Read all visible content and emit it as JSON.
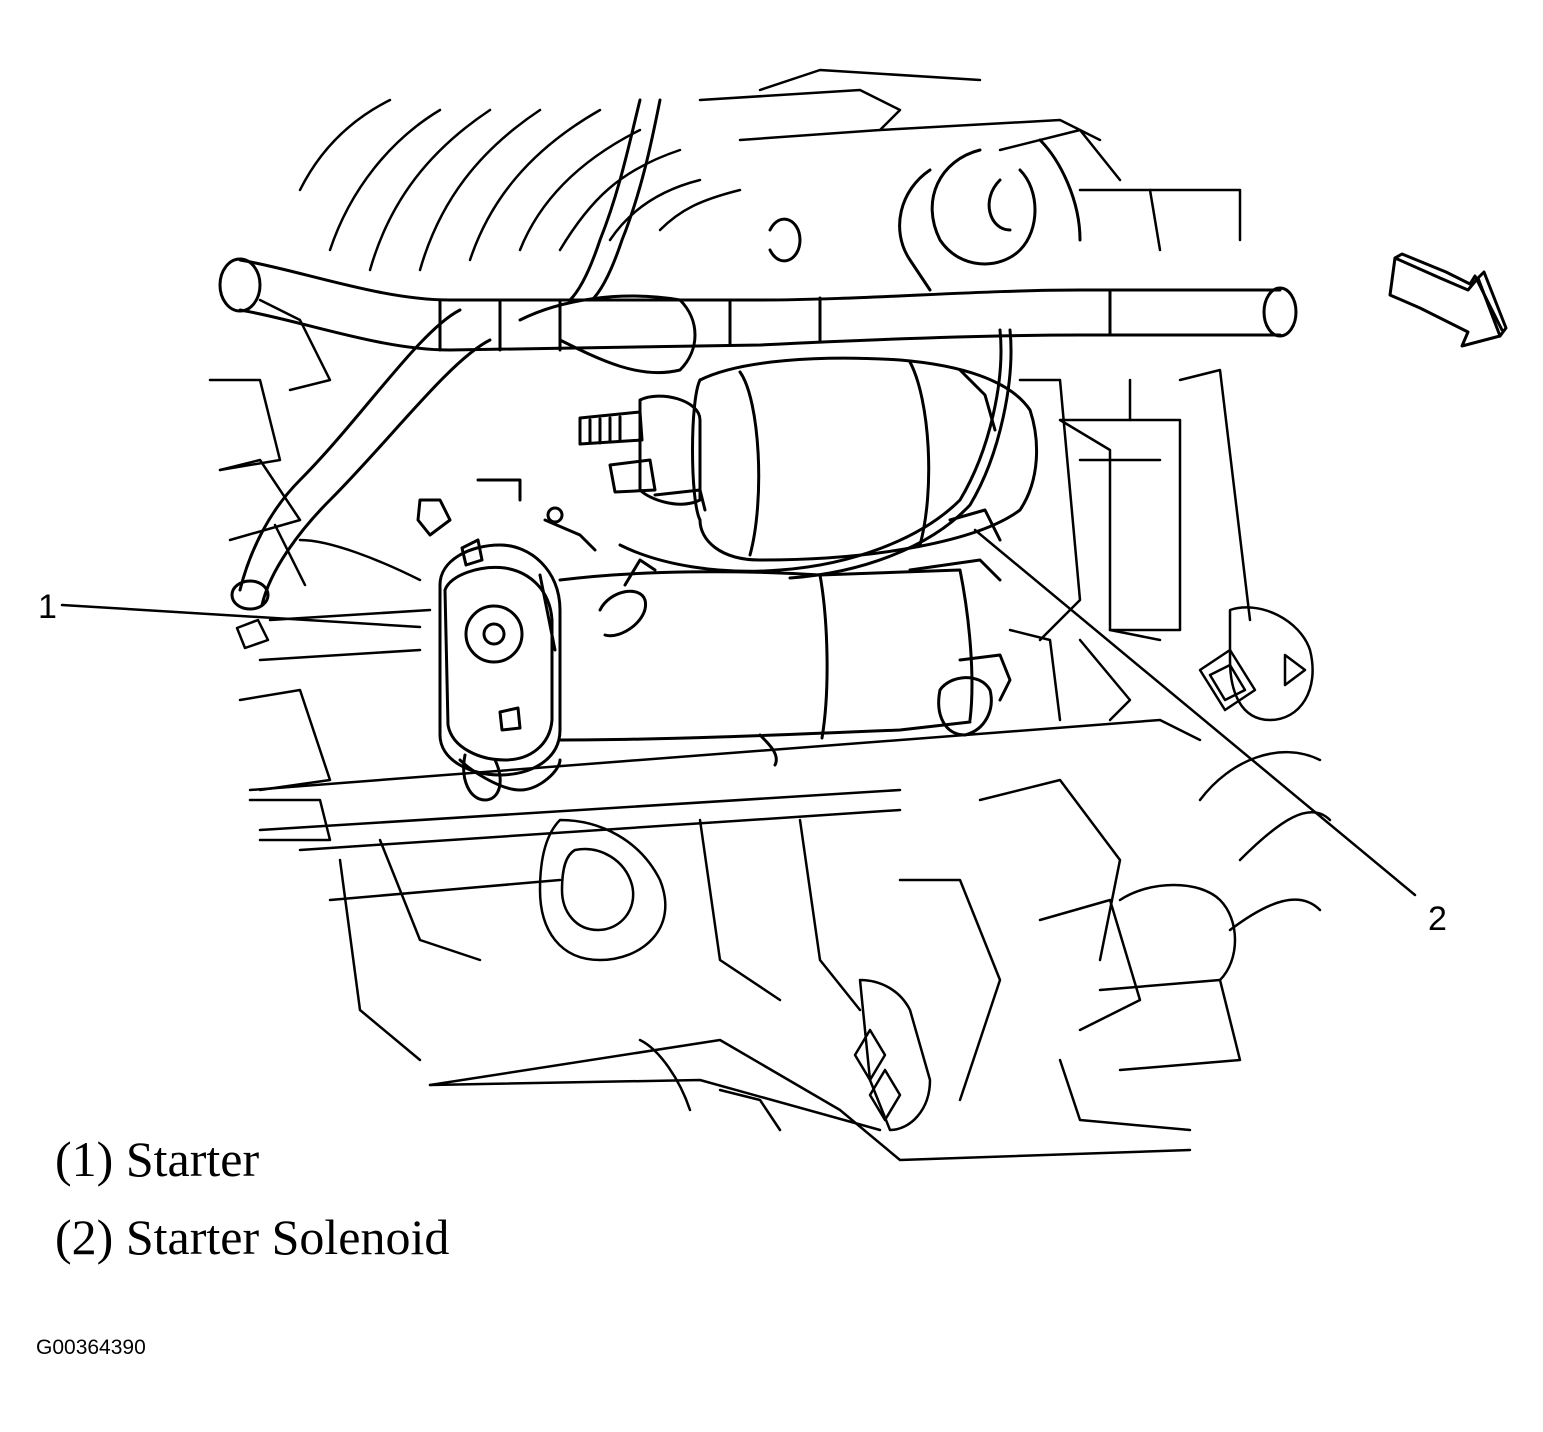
{
  "callouts": [
    {
      "number": "1",
      "label": "Starter"
    },
    {
      "number": "2",
      "label": "Starter Solenoid"
    }
  ],
  "legend": [
    {
      "key": "(1)",
      "text": "Starter"
    },
    {
      "key": "(2)",
      "text": "Starter Solenoid"
    }
  ],
  "figure_id": "G00364390",
  "icons": {
    "direction": "direction-arrow-icon"
  },
  "colors": {
    "line": "#000000",
    "background": "#ffffff"
  }
}
